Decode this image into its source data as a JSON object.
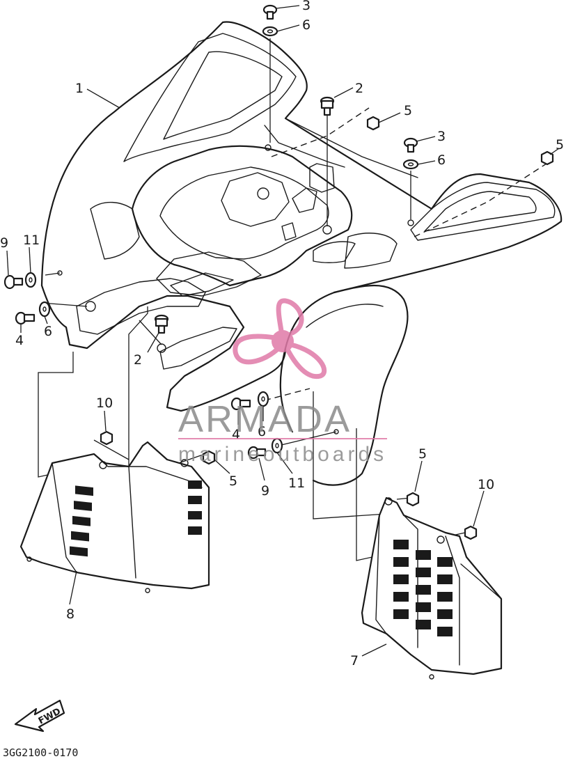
{
  "diagram": {
    "callouts": [
      {
        "id": "c3a",
        "label": "3"
      },
      {
        "id": "c6a",
        "label": "6"
      },
      {
        "id": "c1",
        "label": "1"
      },
      {
        "id": "c2a",
        "label": "2"
      },
      {
        "id": "c5a",
        "label": "5"
      },
      {
        "id": "c3b",
        "label": "3"
      },
      {
        "id": "c6b",
        "label": "6"
      },
      {
        "id": "c5b",
        "label": "5"
      },
      {
        "id": "c9a",
        "label": "9"
      },
      {
        "id": "c11a",
        "label": "11"
      },
      {
        "id": "c4a",
        "label": "4"
      },
      {
        "id": "c6c",
        "label": "6"
      },
      {
        "id": "c2b",
        "label": "2"
      },
      {
        "id": "c10a",
        "label": "10"
      },
      {
        "id": "c4b",
        "label": "4"
      },
      {
        "id": "c6d",
        "label": "6"
      },
      {
        "id": "c5c",
        "label": "5"
      },
      {
        "id": "c9b",
        "label": "9"
      },
      {
        "id": "c11b",
        "label": "11"
      },
      {
        "id": "c5d",
        "label": "5"
      },
      {
        "id": "c10b",
        "label": "10"
      },
      {
        "id": "c8",
        "label": "8"
      },
      {
        "id": "c7",
        "label": "7"
      }
    ],
    "fwd_label": "FWD",
    "drawing_code": "3GG2100-0170"
  },
  "watermark": {
    "brand": "ARMADA",
    "tagline": "marineoutboards",
    "color": "#e07aa8",
    "text_color": "#8a8a8a"
  }
}
